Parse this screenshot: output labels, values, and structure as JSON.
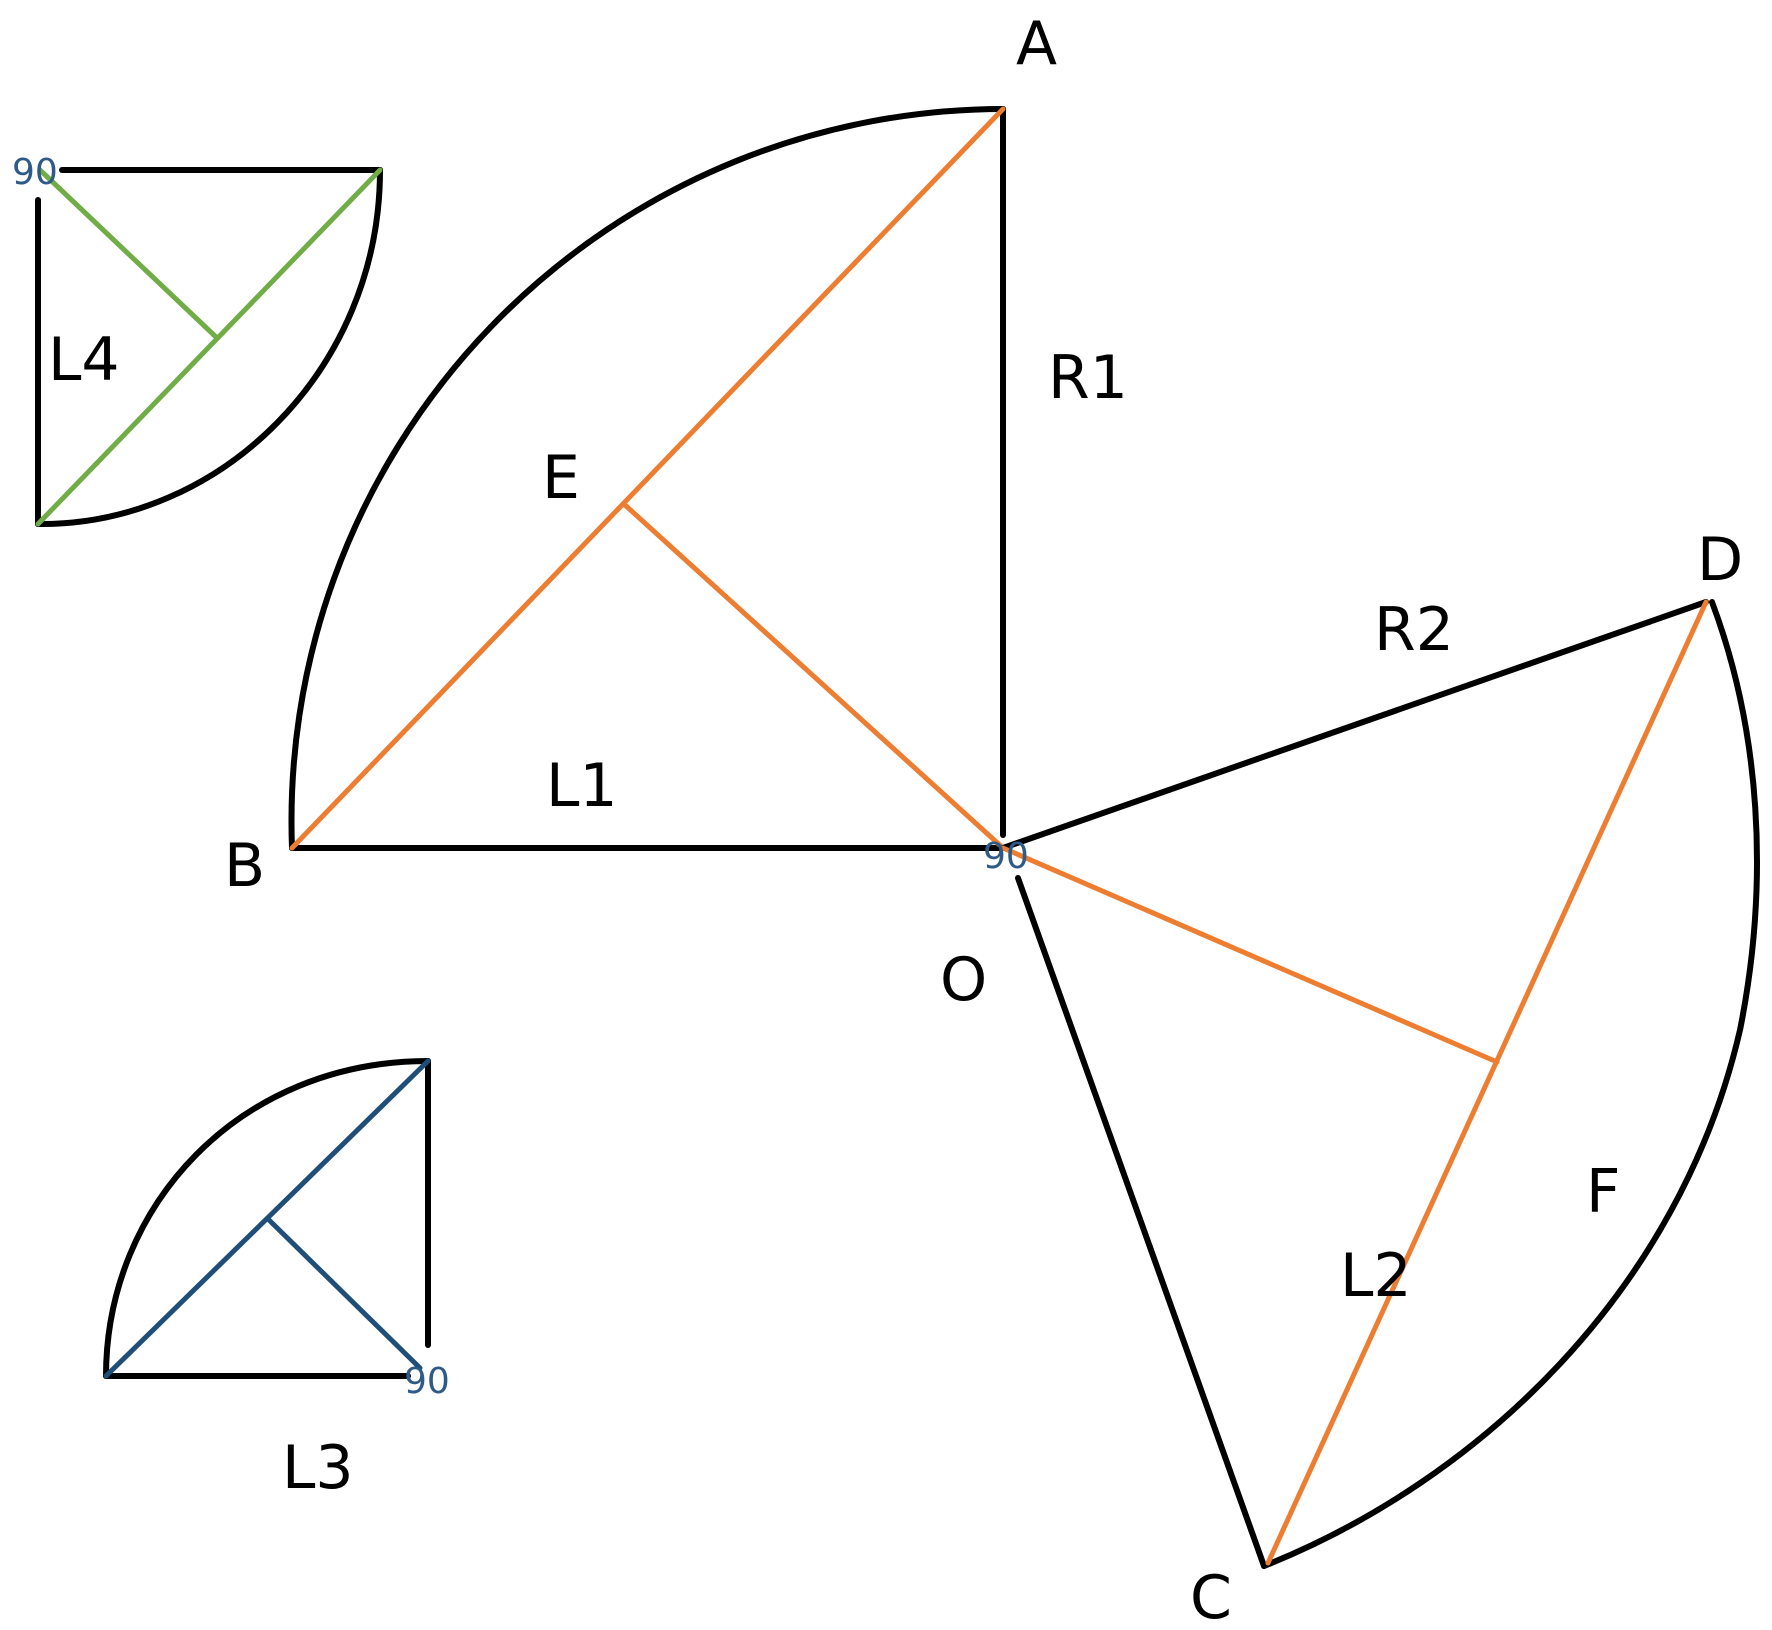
{
  "colors": {
    "outline": "#000000",
    "orange": "#ED7D31",
    "green": "#70AD47",
    "navy": "#1F4E79",
    "angle_text": "#2E5A87"
  },
  "labels": {
    "A": "A",
    "B": "B",
    "C": "C",
    "D": "D",
    "E": "E",
    "F": "F",
    "O": "O",
    "R1": "R1",
    "R2": "R2",
    "L1": "L1",
    "L2": "L2",
    "L3": "L3",
    "L4": "L4"
  },
  "angle_marks": {
    "center_right_angle": "90",
    "l4_right_angle": "90",
    "l3_right_angle": "90"
  }
}
